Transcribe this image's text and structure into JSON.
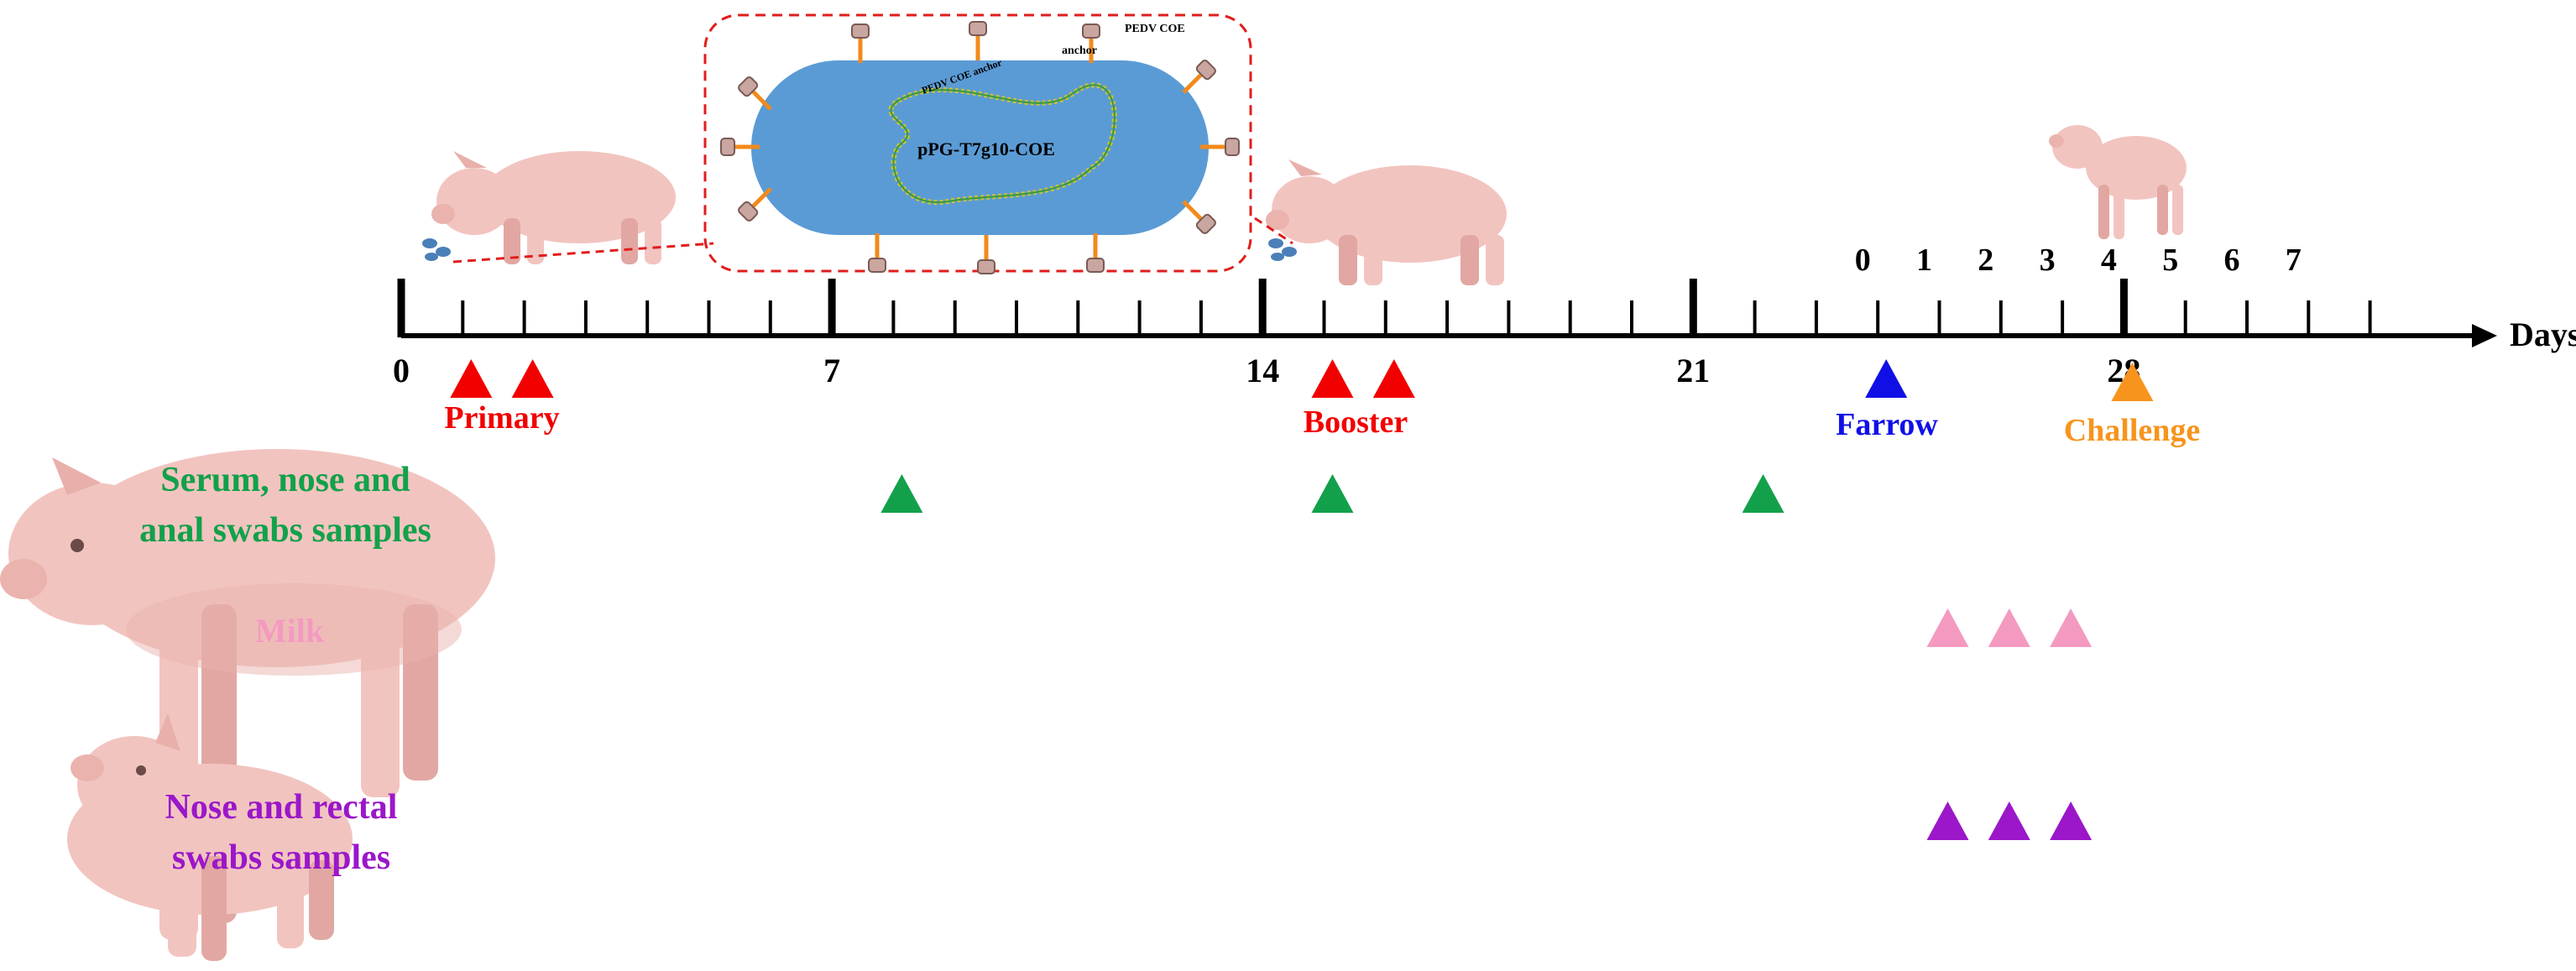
{
  "colors": {
    "axis": "#000000",
    "primary": "#f20000",
    "booster": "#f20000",
    "farrow": "#1010e6",
    "challenge": "#f7941d",
    "samples": "#12a14a",
    "milk": "#f49ac1",
    "piglet": "#9b17c9",
    "pig_body": "#f2c4c0",
    "pig_shade": "#e2a7a2",
    "bacterium": "#5b9bd5",
    "inset_border": "#e11d1d"
  },
  "icons": [
    "sow-icon",
    "piglet-icon",
    "bacterium-icon",
    "vaccine-drops-icon"
  ],
  "timeline": {
    "axis_label": "Days",
    "day_labels": [
      {
        "day": 0,
        "text": "0"
      },
      {
        "day": 7,
        "text": "7"
      },
      {
        "day": 14,
        "text": "14"
      },
      {
        "day": 21,
        "text": "21"
      },
      {
        "day": 28,
        "text": "28"
      }
    ],
    "challenge_day_labels": [
      {
        "day": 24,
        "text": "0"
      },
      {
        "day": 25,
        "text": "1"
      },
      {
        "day": 26,
        "text": "2"
      },
      {
        "day": 27,
        "text": "3"
      },
      {
        "day": 28,
        "text": "4"
      },
      {
        "day": 29,
        "text": "5"
      },
      {
        "day": 30,
        "text": "6"
      },
      {
        "day": 31,
        "text": "7"
      }
    ],
    "major_ticks": [
      0,
      7,
      14,
      21,
      28
    ],
    "minor_ticks": [
      1,
      2,
      3,
      4,
      5,
      6,
      8,
      9,
      10,
      11,
      12,
      13,
      15,
      16,
      17,
      18,
      19,
      20,
      22,
      23,
      24,
      25,
      26,
      27,
      29,
      30,
      31,
      32
    ]
  },
  "events": {
    "primary": {
      "label": "Primary",
      "days": [
        1,
        2
      ]
    },
    "booster": {
      "label": "Booster",
      "days": [
        15,
        16
      ]
    },
    "farrow": {
      "label": "Farrow",
      "days": [
        24
      ]
    },
    "challenge": {
      "label": "Challenge",
      "days": [
        28
      ]
    }
  },
  "sampling": {
    "sow_samples": {
      "label_line1": "Serum, nose and",
      "label_line2": "anal swabs samples",
      "days": [
        8,
        15,
        22
      ]
    },
    "milk": {
      "label": "Milk",
      "days": [
        25,
        26,
        27
      ]
    },
    "piglet_samples": {
      "label_line1": "Nose and rectal",
      "label_line2": "swabs samples",
      "days": [
        25,
        26,
        27
      ]
    }
  },
  "vaccine_inset": {
    "plasmid_label": "pPG-T7g10-COE",
    "antigen_label": "PEDV COE",
    "anchor_label": "anchor",
    "intracellular_label": "PEDV COE anchor"
  }
}
